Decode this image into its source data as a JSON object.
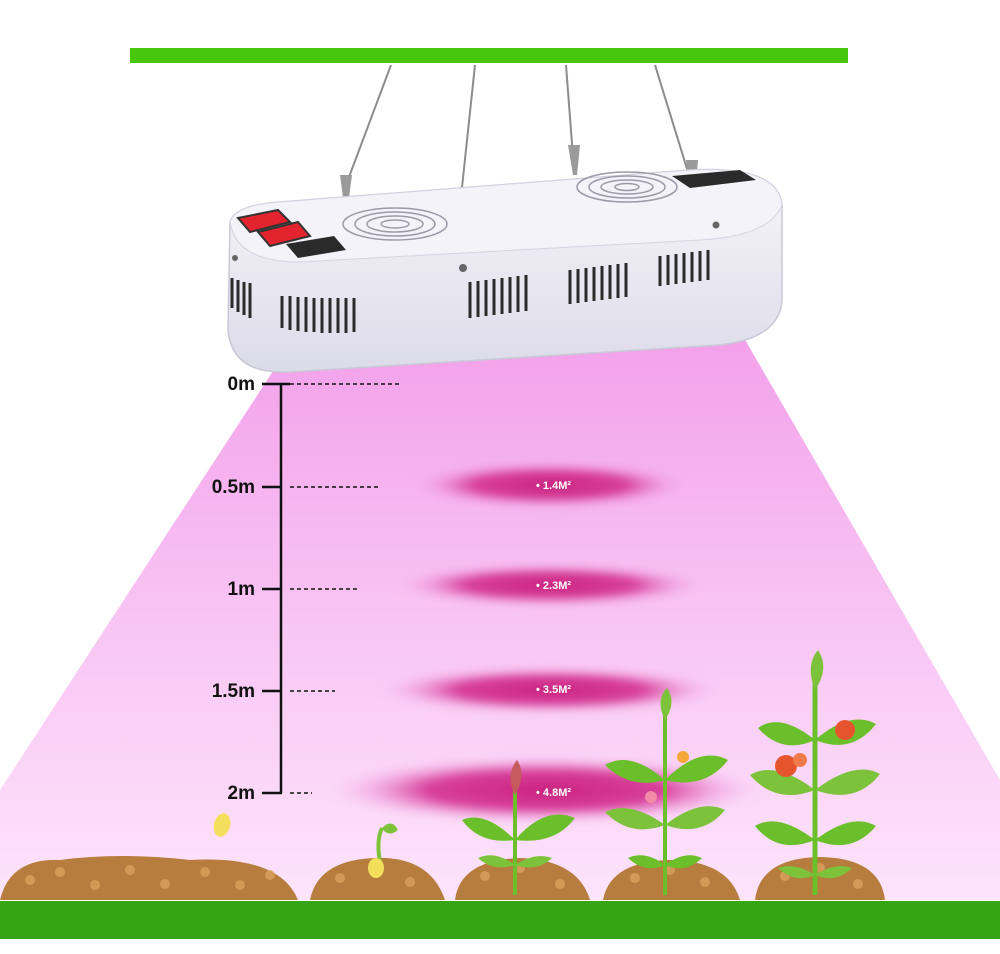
{
  "colors": {
    "top_bar": "#47c70e",
    "ground_bar": "#35a513",
    "beam": "#f6b4ef",
    "beam_edge": "#fde6fa",
    "hotspot": "#d5358f",
    "lamp_body": "#ecebf6",
    "switch_red": "#e3232d",
    "soil": "#b77d3e",
    "leaf": "#6bbf2a",
    "tomato": "#e6542d"
  },
  "scale": {
    "levels": [
      {
        "label": "0m",
        "area": ""
      },
      {
        "label": "0.5m",
        "area": "1.4M²"
      },
      {
        "label": "1m",
        "area": "2.3M²"
      },
      {
        "label": "1.5m",
        "area": "3.5M²"
      },
      {
        "label": "2m",
        "area": "4.8M²"
      }
    ]
  },
  "icons": {
    "lamp": "grow-light-icon",
    "seed": "seed-icon",
    "sprout": "sprout-icon",
    "seedling": "seedling-icon",
    "flowering": "flowering-plant-icon",
    "fruiting": "tomato-plant-icon"
  }
}
